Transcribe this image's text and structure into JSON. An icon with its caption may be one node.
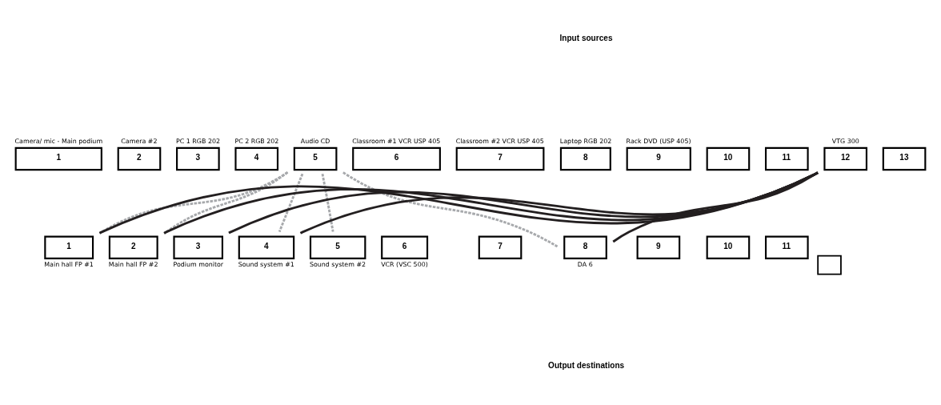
{
  "diagram": {
    "nodes": [
      {
        "text": [
          "1"
        ],
        "beside": [
          "Camera/ mic - Main podium"
        ]
      },
      {
        "text": [
          "2"
        ],
        "beside": [
          "Camera #2"
        ]
      },
      {
        "text": [
          "3"
        ],
        "beside": [
          "PC 1 RGB 202"
        ]
      },
      {
        "text": [
          "4"
        ],
        "beside": [
          "PC 2 RGB 202"
        ]
      },
      {
        "text": [
          "5"
        ],
        "beside": [
          "Audio CD"
        ]
      },
      {
        "text": [
          "6"
        ],
        "beside": [
          "Classroom #1 VCR USP 405"
        ]
      },
      {
        "text": [
          "7"
        ],
        "beside": [
          "Classroom #2 VCR USP 405"
        ]
      },
      {
        "text": [
          "8"
        ],
        "beside": [
          "Laptop RGB 202"
        ]
      },
      {
        "text": [
          "9"
        ],
        "beside": [
          "Rack DVD (USP 405)"
        ]
      },
      {
        "text": [
          "10"
        ]
      },
      {
        "text": [
          "11"
        ]
      },
      {
        "text": [
          "12"
        ],
        "beside": [
          "VTG 300"
        ]
      },
      {
        "text": [
          "13"
        ]
      },
      {
        "text": [
          "1"
        ],
        "beside": [
          "Main hall FP #1"
        ]
      },
      {
        "text": [
          "2"
        ],
        "beside": [
          "Main hall FP #2"
        ]
      },
      {
        "text": [
          "3"
        ],
        "beside": [
          "Podium monitor"
        ]
      },
      {
        "text": [
          "4"
        ],
        "beside": [
          "Sound system #1"
        ]
      },
      {
        "text": [
          "5"
        ],
        "beside": [
          "Sound system #2"
        ]
      },
      {
        "text": [
          "6"
        ],
        "beside": [
          "VCR (VSC 500)"
        ]
      },
      {
        "text": [
          "7"
        ]
      },
      {
        "text": [
          "8"
        ],
        "beside": [
          "DA 6"
        ]
      },
      {
        "text": [
          "9"
        ]
      },
      {
        "text": [
          "10"
        ]
      },
      {
        "text": [
          "11"
        ]
      },
      {
        "text": [],
        "shape": "box"
      }
    ],
    "edges": [
      {
        "from": 4,
        "to": 13,
        "arrow": "none",
        "style": "dashed",
        "color": "#a7a9ac"
      },
      {
        "from": 4,
        "to": 14,
        "arrow": "none",
        "style": "dashed",
        "color": "#a7a9ac"
      },
      {
        "from": 4,
        "to": 16,
        "arrow": "none",
        "style": "dashed",
        "color": "#a7a9ac"
      },
      {
        "from": 4,
        "to": 17,
        "arrow": "none",
        "style": "dashed",
        "color": "#a7a9ac"
      },
      {
        "from": 4,
        "to": 20,
        "arrow": "none",
        "style": "dashed",
        "color": "#a7a9ac"
      },
      {
        "from": 11,
        "to": 13,
        "arrow": "none",
        "color": "#231f20"
      },
      {
        "from": 11,
        "to": 14,
        "arrow": "none",
        "color": "#231f20"
      },
      {
        "from": 11,
        "to": 15,
        "arrow": "none",
        "color": "#231f20"
      },
      {
        "from": 11,
        "to": 16,
        "arrow": "none",
        "color": "#231f20"
      },
      {
        "from": 11,
        "to": 20,
        "arrow": "none",
        "color": "#231f20"
      }
    ],
    "labels": [
      "Input sources",
      "Output destinations"
    ]
  }
}
